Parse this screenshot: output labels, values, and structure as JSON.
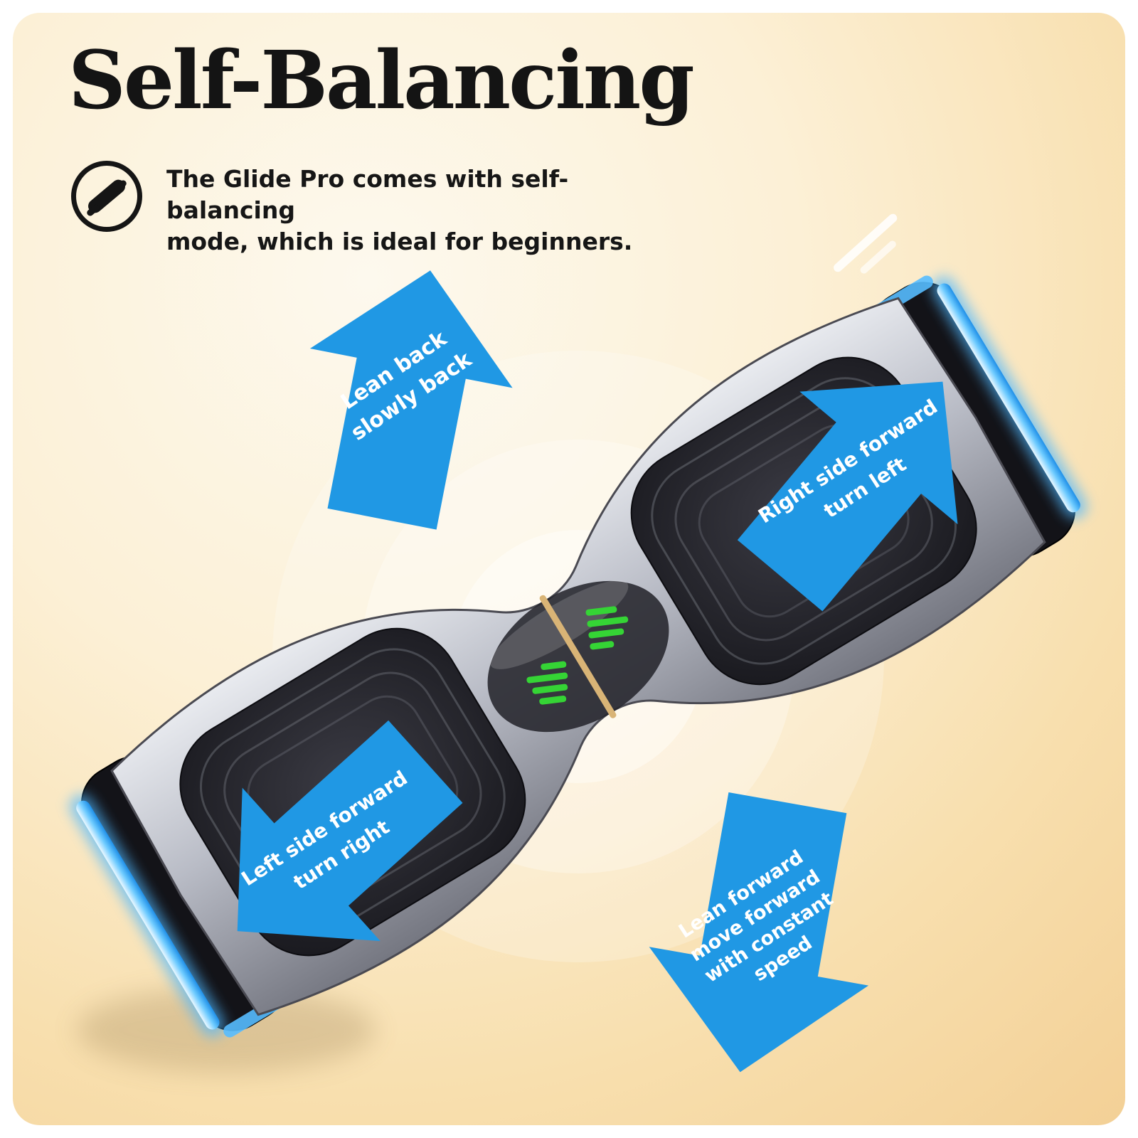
{
  "header": {
    "title": "Self-Balancing",
    "description_lines": [
      "The Glide Pro comes with self-balancing",
      "mode, which is ideal for beginners."
    ]
  },
  "arrows": [
    {
      "id": "lean-back",
      "direction": "up",
      "lines": [
        "Lean back",
        "slowly back"
      ]
    },
    {
      "id": "right-side-forward",
      "direction": "up-right",
      "lines": [
        "Right side forward",
        "turn left"
      ]
    },
    {
      "id": "left-side-forward",
      "direction": "down-left",
      "lines": [
        "Left side forward",
        "turn right"
      ]
    },
    {
      "id": "lean-forward",
      "direction": "down",
      "lines": [
        "Lean forward",
        "move forward",
        "with constant",
        "speed"
      ]
    }
  ],
  "icons": {
    "hoverboard_icon": "circled hoverboard glyph"
  },
  "colors": {
    "background_center": "#fdf9ee",
    "background_edge": "#f3d096",
    "arrow_blue": "#2098e4",
    "led_blue": "#4fb8ff",
    "indicator_green": "#35d435",
    "center_seam_gold": "#d9b476",
    "title_text": "#141414",
    "label_text": "#ffffff"
  }
}
